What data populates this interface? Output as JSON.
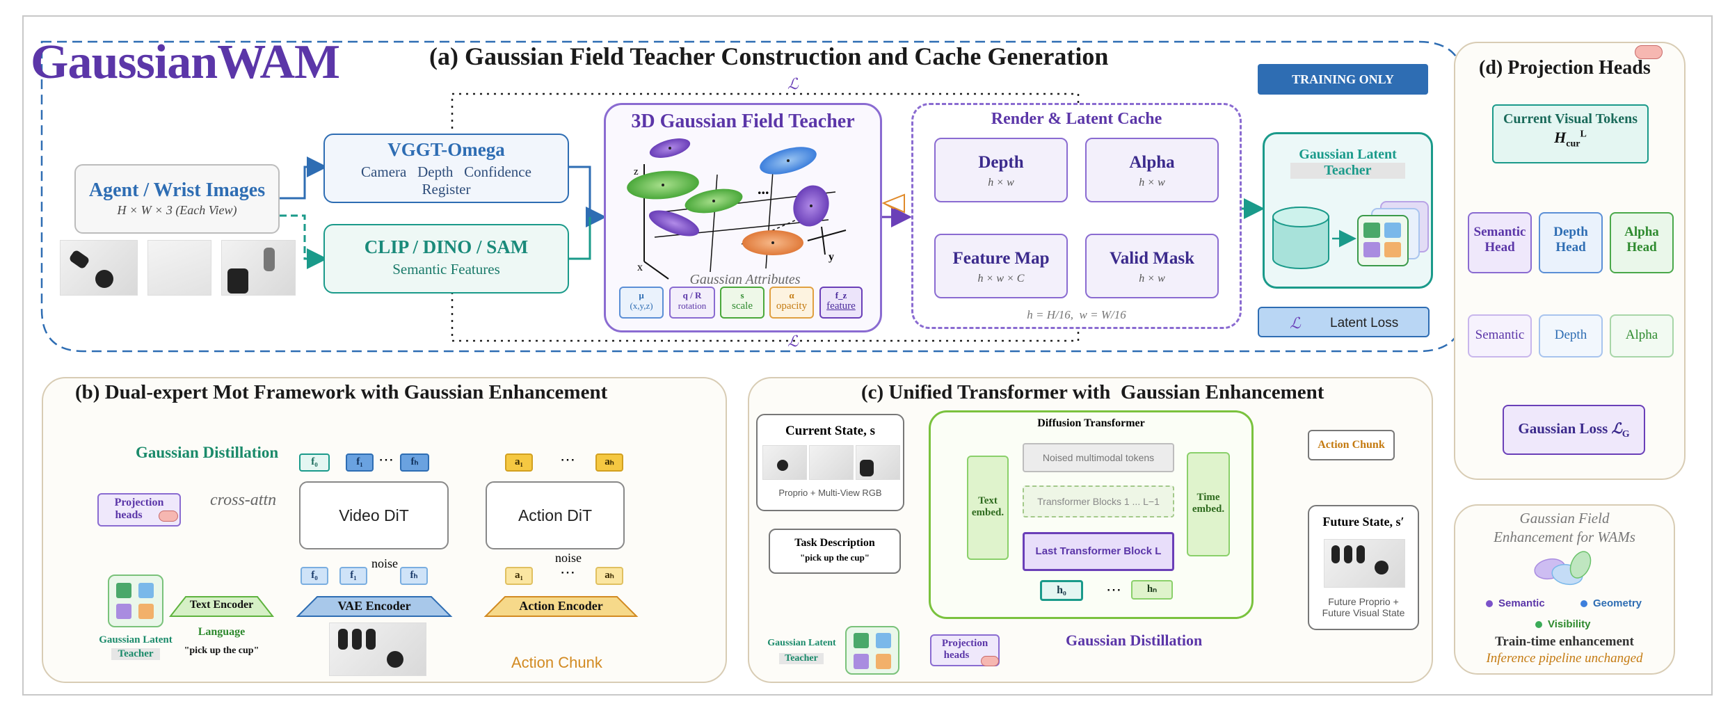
{
  "brand": "GaussianWAM",
  "panel_a": {
    "title": "(a) Gaussian Field Teacher Construction and Cache Generation",
    "training_only": "TRAINING ONLY",
    "loss_symbol": "ℒ",
    "agent_box": {
      "title": "Agent / Wrist Images",
      "subtitle": "H × W × 3  (Each View)"
    },
    "vggt_box": {
      "title": "VGGT-Omega",
      "line1": "Camera   Depth   Confidence",
      "line2": "Register"
    },
    "clip_box": {
      "title": "CLIP / DINO / SAM",
      "subtitle": "Semantic Features"
    },
    "teacher_box": {
      "title": "3D Gaussian Field Teacher",
      "attr_title": "Gaussian Attributes",
      "axis_x": "x",
      "axis_y": "y",
      "axis_z": "z",
      "dots": "...",
      "attrs": [
        {
          "sym": "μ",
          "label": "(x,y,z)"
        },
        {
          "sym": "q / R",
          "label": "rotation"
        },
        {
          "sym": "s",
          "label": "scale"
        },
        {
          "sym": "α",
          "label": "opacity"
        },
        {
          "sym": "f_z",
          "label": "feature"
        }
      ]
    },
    "render_cache": {
      "title": "Render & Latent Cache",
      "items": [
        {
          "title": "Depth",
          "dims": "h × w"
        },
        {
          "title": "Alpha",
          "dims": "h × w"
        },
        {
          "title": "Feature Map",
          "dims": "h × w × C"
        },
        {
          "title": "Valid Mask",
          "dims": "h × w"
        }
      ],
      "footnote": "h = H/16,  w = W/16"
    },
    "latent_teacher": {
      "title_line1": "Gaussian Latent",
      "title_line2": "Teacher"
    },
    "latent_loss": {
      "symbol": "ℒ",
      "label": "Latent Loss"
    }
  },
  "panel_b": {
    "title": "(b) Dual-expert Mot Framework with Gaussian Enhancement",
    "gaussian_distillation": "Gaussian Distillation",
    "projection_heads": {
      "line1": "Projection",
      "line2": "heads"
    },
    "cross_attn": "cross-attn",
    "video_dit": "Video DiT",
    "action_dit": "Action DiT",
    "noise1": "noise",
    "noise2": "noise",
    "f_tokens_top": [
      "f₀",
      "f₁",
      "⋯",
      "fₕ"
    ],
    "f_tokens_bottom": [
      "f₀",
      "f₁",
      "fₕ"
    ],
    "a_tokens_top": [
      "a₁",
      "⋯",
      "aₕ"
    ],
    "a_tokens_bottom": [
      "a₁",
      "⋯",
      "aₕ"
    ],
    "latent_teacher": {
      "line1": "Gaussian Latent",
      "line2": "Teacher"
    },
    "text_encoder": "Text Encoder",
    "language": "Language",
    "prompt": "\"pick up the cup\"",
    "vae_encoder": "VAE Encoder",
    "action_encoder": "Action Encoder",
    "action_chunk": "Action Chunk"
  },
  "panel_c": {
    "title": "(c) Unified Transformer with  Gaussian Enhancement",
    "current_state": {
      "title": "Current State, s",
      "caption": "Proprio + Multi-View RGB"
    },
    "task": {
      "title": "Task Description",
      "prompt": "\"pick up the cup\""
    },
    "diffusion": {
      "title": "Diffusion Transformer",
      "noised": "Noised multimodal tokens",
      "blocks": "Transformer Blocks 1 ... L−1",
      "last_block": "Last Transformer Block L",
      "text_embed": {
        "line1": "Text",
        "line2": "embed."
      },
      "time_embed": {
        "line1": "Time",
        "line2": "embed."
      },
      "h0": "h₀",
      "dots": "⋯",
      "hn": "hₙ"
    },
    "action_chunk": "Action Chunk",
    "future_state": {
      "title": "Future State, s′",
      "line1": "Future Proprio +",
      "line2": "Future Visual State"
    },
    "latent_teacher": {
      "line1": "Gaussian Latent",
      "line2": "Teacher"
    },
    "projection_heads": {
      "line1": "Projection",
      "line2": "heads"
    },
    "gaussian_distillation": "Gaussian Distillation"
  },
  "panel_d": {
    "title": "(d) Projection Heads",
    "current_tokens": {
      "line1": "Current Visual Tokens",
      "line2": "H",
      "sub": "cur",
      "sup": "L"
    },
    "heads": [
      {
        "line1": "Semantic",
        "line2": "Head"
      },
      {
        "line1": "Depth",
        "line2": "Head"
      },
      {
        "line1": "Alpha",
        "line2": "Head"
      }
    ],
    "outputs": [
      "Semantic",
      "Depth",
      "Alpha"
    ],
    "loss": {
      "label": "Gaussian Loss",
      "symbol": "ℒ",
      "sub": "G"
    }
  },
  "legend": {
    "title_line1": "Gaussian Field",
    "title_line2": "Enhancement for WAMs",
    "items": [
      {
        "label": "Semantic",
        "color": "#7b52c9"
      },
      {
        "label": "Geometry",
        "color": "#3d7fdc"
      },
      {
        "label": "Visibility",
        "color": "#3bab58"
      }
    ],
    "train_time": "Train-time enhancement",
    "inference": "Inference pipeline unchanged"
  },
  "colors": {
    "purple": "#6a3fb8",
    "blue": "#2e6db3",
    "teal": "#1a9a8a",
    "green": "#5fb33e",
    "orange": "#d28a22",
    "brand": "#5b36a8"
  }
}
